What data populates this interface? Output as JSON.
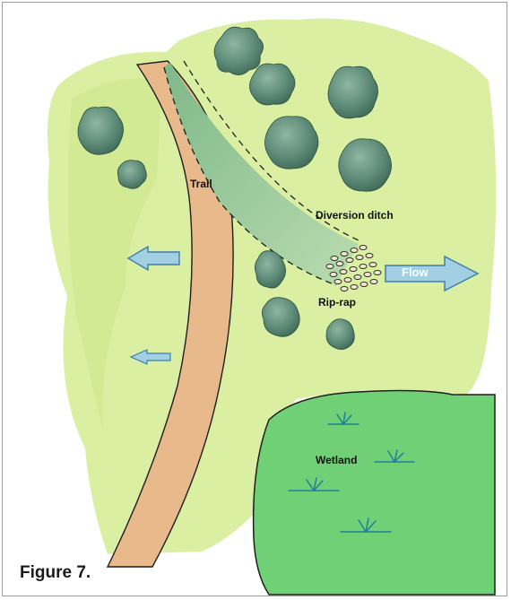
{
  "labels": {
    "trail": "Trail",
    "diversion_ditch": "Diversion ditch",
    "rip_rap": "Rip-rap",
    "flow": "Flow",
    "wetland": "Wetland"
  },
  "caption": "Figure 7.",
  "colors": {
    "meadow": "#d8ee9c",
    "trail": "#e8b98a",
    "ditch": "#9cc49a",
    "shrub": "#5e8c78",
    "wetland": "#6fd075",
    "arrow": "#a3cfe3",
    "arrow_stroke": "#3f7fae"
  }
}
